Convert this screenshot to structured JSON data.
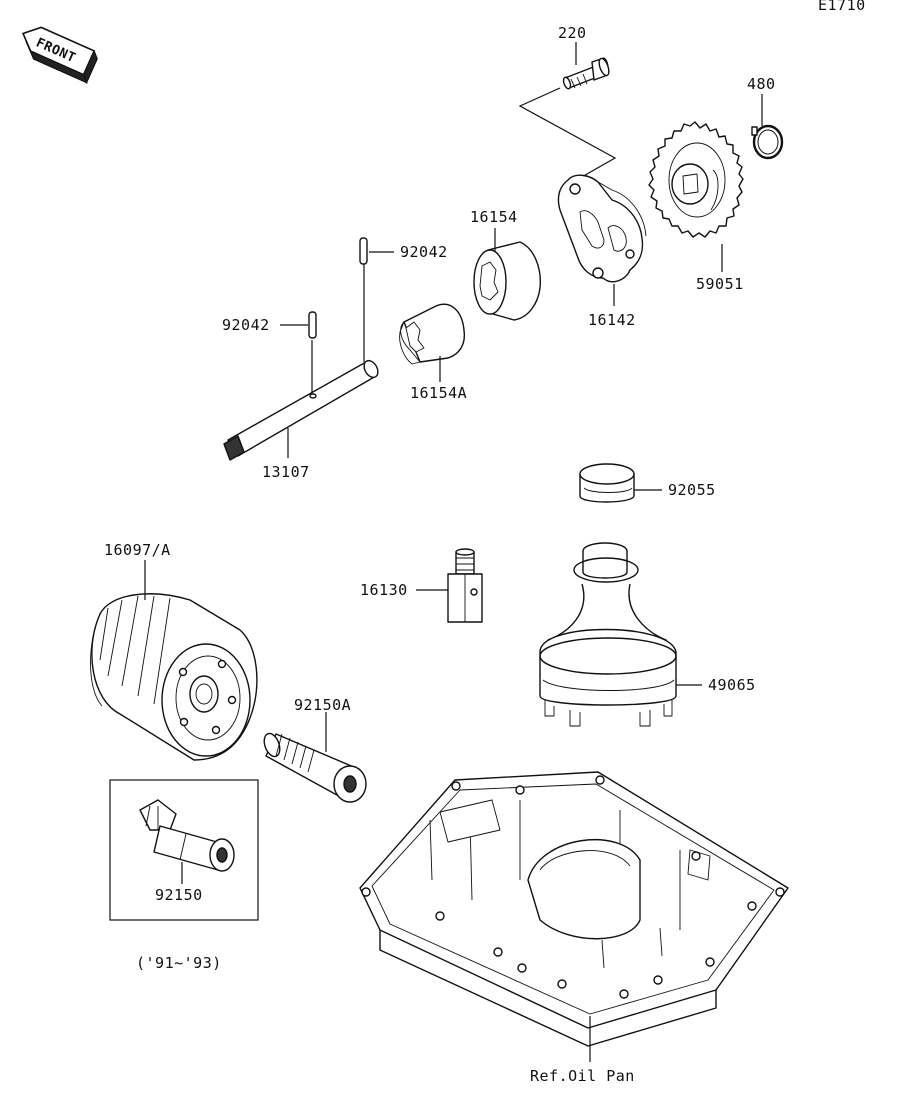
{
  "diagram_code": "E1710",
  "front_badge": "FRONT",
  "parts": {
    "p220": "220",
    "p480": "480",
    "p59051": "59051",
    "p16154": "16154",
    "p16142": "16142",
    "p92042_top": "92042",
    "p92042_left": "92042",
    "p16154A": "16154A",
    "p13107": "13107",
    "p92055": "92055",
    "p16097": "16097/A",
    "p16130": "16130",
    "p49065": "49065",
    "p92150A": "92150A",
    "p92150": "92150",
    "year_range": "('91~'93)",
    "oil_pan_ref": "Ref.Oil Pan"
  },
  "colors": {
    "ink": "#111111",
    "background": "#ffffff"
  }
}
